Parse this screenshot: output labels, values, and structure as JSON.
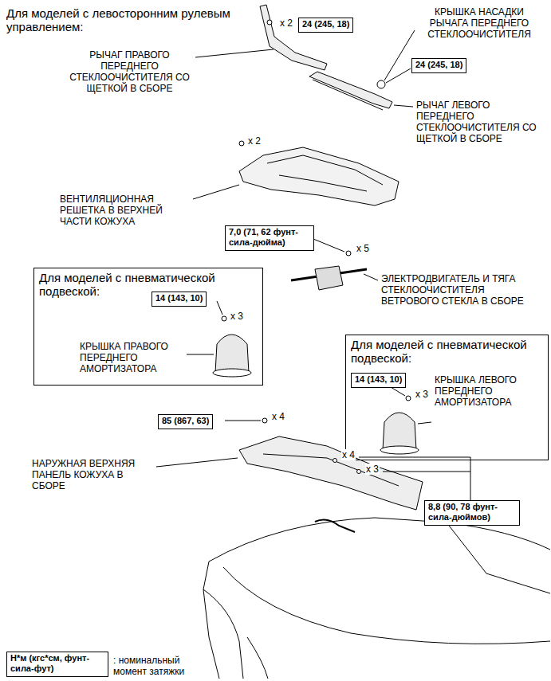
{
  "diagram": {
    "nodes": [
      {
        "text": [
          "24 (245, 18)"
        ]
      },
      {
        "text": [
          "24 (245, 18)"
        ]
      },
      {
        "text": [
          "7,0 (71, 62 фунт-сила-дюйма)"
        ]
      },
      {
        "text": [
          "Для моделей с пневматической подвеской:"
        ]
      },
      {
        "text": [
          "14 (143, 10)"
        ],
        "in": 3
      },
      {
        "text": [
          "Для моделей с пневматической подвеской:"
        ]
      },
      {
        "text": [
          "14 (143, 10)"
        ],
        "in": 5
      },
      {
        "text": [
          "85 (867, 63)"
        ]
      },
      {
        "text": [
          "8,8 (90, 78 фунт-сила-дюймов)"
        ]
      },
      {
        "text": [
          "Н*м (кгс*см, фунт-сила-фут)"
        ]
      }
    ],
    "labels": [
      "Для моделей с левосторонним рулевым управлением:",
      "x 2",
      "КРЫШКА НАСАДКИ РЫЧАГА ПЕРЕДНЕГО СТЕКЛООЧИСТИТЕЛЯ",
      "РЫЧАГ ПРАВОГО ПЕРЕДНЕГО СТЕКЛООЧИСТИТЕЛЯ СО ЩЕТКОЙ В СБОРЕ",
      "РЫЧАГ ЛЕВОГО ПЕРЕДНЕГО СТЕКЛООЧИСТИТЕЛЯ СО ЩЕТКОЙ В СБОРЕ",
      "x 2",
      "ВЕНТИЛЯЦИОННАЯ РЕШЕТКА В ВЕРХНЕЙ ЧАСТИ КОЖУХА",
      "x 5",
      "ЭЛЕКТРОДВИГАТЕЛЬ И ТЯГА СТЕКЛООЧИСТИТЕЛЯ ВЕТРОВОГО СТЕКЛА В СБОРЕ",
      "x 3",
      "КРЫШКА ПРАВОГО ПЕРЕДНЕГО АМОРТИЗАТОРА",
      "x 3",
      "КРЫШКА ЛЕВОГО ПЕРЕДНЕГО АМОРТИЗАТОРА",
      "x 4",
      "НАРУЖНАЯ ВЕРХНЯЯ ПАНЕЛЬ КОЖУХА В СБОРЕ",
      "x 4",
      "x 3",
      ": номинальный момент затяжки"
    ]
  }
}
